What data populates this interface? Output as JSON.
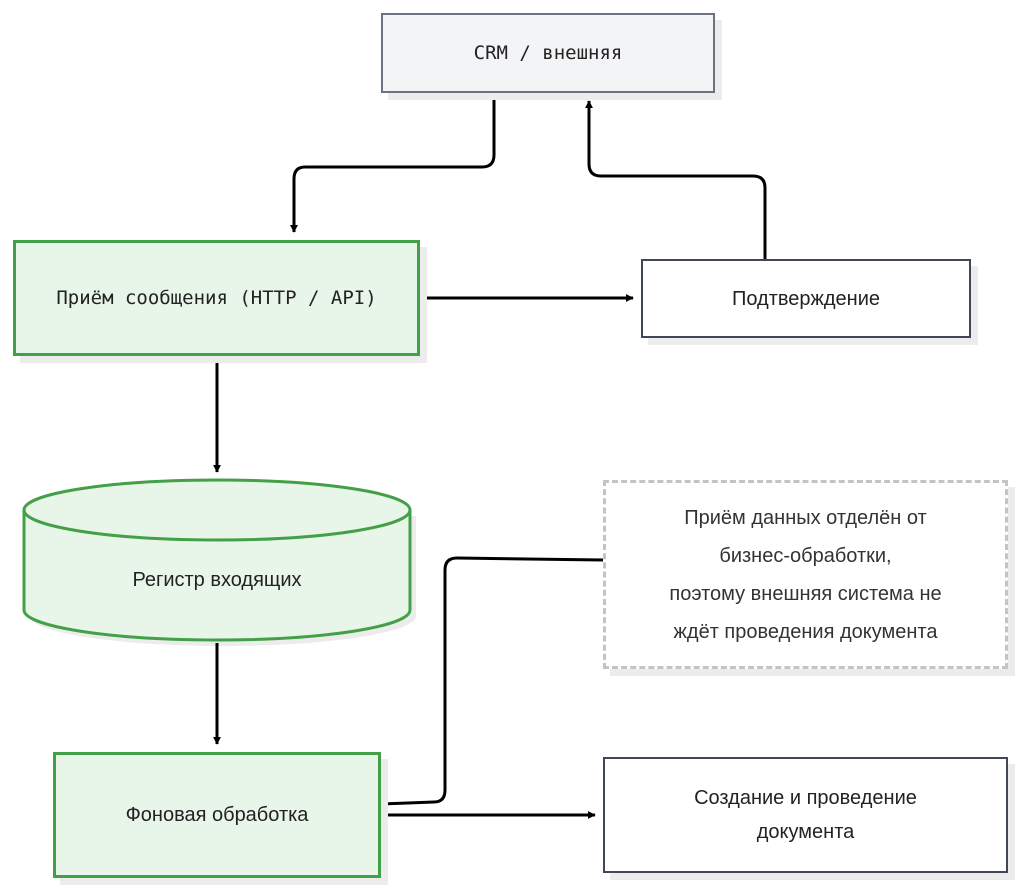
{
  "diagram": {
    "type": "flowchart",
    "nodes": [
      {
        "id": "crm",
        "label": "CRM / внешняя",
        "shape": "rectangle",
        "style": "external"
      },
      {
        "id": "receive",
        "label": "Приём сообщения (HTTP / API)",
        "shape": "rectangle",
        "style": "green"
      },
      {
        "id": "confirm",
        "label": "Подтверждение",
        "shape": "rectangle",
        "style": "plain"
      },
      {
        "id": "register",
        "label": "Регистр входящих",
        "shape": "cylinder",
        "style": "green"
      },
      {
        "id": "note",
        "label": "Приём данных отделён от бизнес-обработки, поэтому внешняя система не ждёт проведения документа",
        "shape": "note",
        "style": "dashed"
      },
      {
        "id": "background",
        "label": "Фоновая обработка",
        "shape": "rectangle",
        "style": "green"
      },
      {
        "id": "create",
        "label": "Создание и проведение документа",
        "shape": "rectangle",
        "style": "plain"
      }
    ],
    "edges": [
      {
        "from": "crm",
        "to": "receive",
        "arrow": true
      },
      {
        "from": "receive",
        "to": "confirm",
        "arrow": true
      },
      {
        "from": "confirm",
        "to": "crm",
        "arrow": true
      },
      {
        "from": "receive",
        "to": "register",
        "arrow": true
      },
      {
        "from": "register",
        "to": "background",
        "arrow": true
      },
      {
        "from": "background",
        "to": "create",
        "arrow": true
      },
      {
        "from": "background",
        "to": "note",
        "arrow": false
      }
    ],
    "colors": {
      "green_fill": "#e8f5e9",
      "green_border": "#43a047",
      "external_fill": "#f3f4f6",
      "external_border": "#6b7280",
      "plain_border": "#3f4758",
      "note_border": "#c4c4c4",
      "edge": "#000000"
    }
  },
  "labels": {
    "crm": "CRM / внешняя",
    "receive": "Приём сообщения (HTTP / API)",
    "confirm": "Подтверждение",
    "register": "Регистр входящих",
    "note_lines": [
      "Приём данных отделён от",
      "бизнес-обработки,",
      "поэтому внешняя система не",
      "ждёт проведения документа"
    ],
    "background": "Фоновая обработка",
    "create": "Создание и проведение документа"
  }
}
